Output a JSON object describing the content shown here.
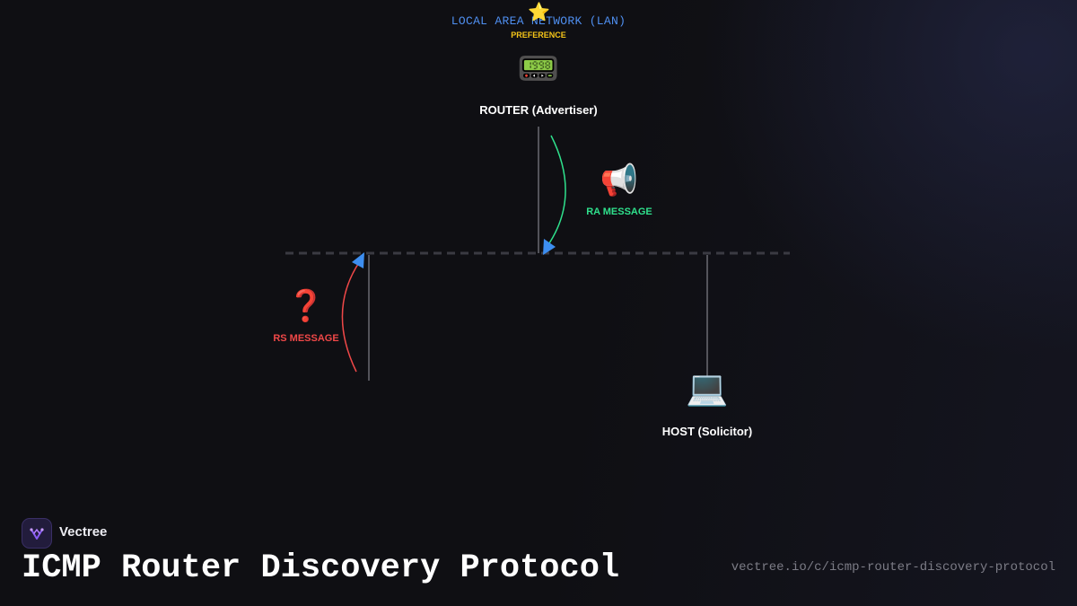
{
  "diagram": {
    "network_label": "LOCAL AREA NETWORK (LAN)",
    "preference_label": "PREFERENCE",
    "star_icon": "star-icon",
    "router": {
      "icon": "pager-icon",
      "label": "ROUTER (Advertiser)"
    },
    "host": {
      "icon": "laptop-icon",
      "label": "HOST (Solicitor)"
    },
    "ra_message": {
      "icon": "megaphone-icon",
      "label": "RA MESSAGE",
      "color": "#2fe08c"
    },
    "rs_message": {
      "icon": "question-icon",
      "label": "RS MESSAGE",
      "color": "#f04848"
    },
    "arrow_color": "#3d8ef0"
  },
  "brand": {
    "name": "Vectree",
    "accent": "#8a5cf5"
  },
  "page": {
    "title": "ICMP Router Discovery Protocol",
    "url": "vectree.io/c/icmp-router-discovery-protocol"
  }
}
